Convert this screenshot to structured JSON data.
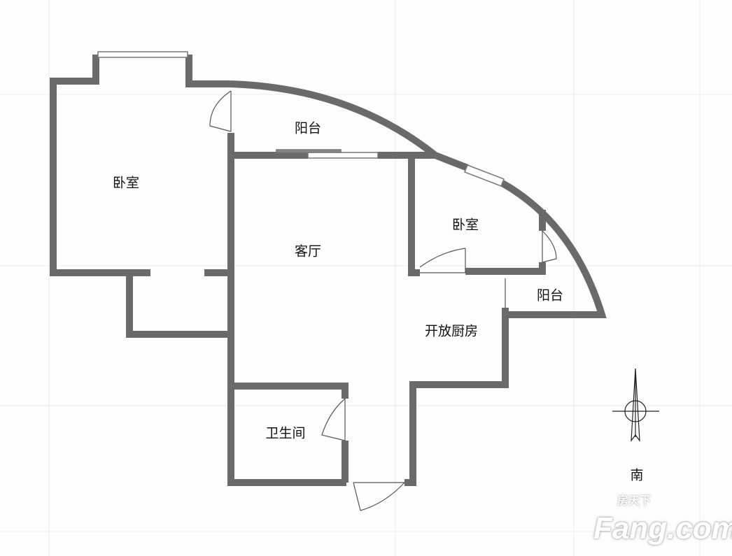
{
  "title": "Floor plan",
  "rooms": {
    "balcony_top": "阳台",
    "bedroom_left": "卧室",
    "living_room": "客厅",
    "bedroom_right": "卧室",
    "balcony_right": "阳台",
    "open_kitchen": "开放厨房",
    "bathroom": "卫生间"
  },
  "compass": {
    "direction_label": "南"
  },
  "watermark": {
    "latin": "Fang.com",
    "chinese": "房天下"
  },
  "colors": {
    "wall": "#6a6a6a",
    "grid": "#ececec"
  }
}
